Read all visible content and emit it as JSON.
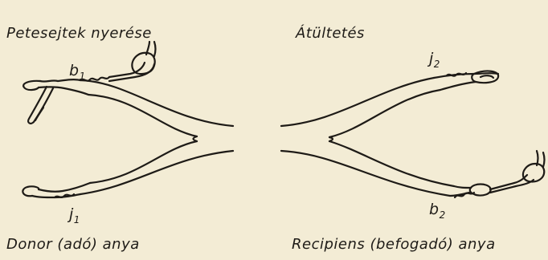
{
  "labels": {
    "left_title": "Petesejtek nyerése",
    "right_title": "Átültetés",
    "left_caption": "Donor (adó) anya",
    "right_caption": "Recipiens (befogadó) anya"
  },
  "markers": {
    "b1": {
      "letter": "b",
      "index": "1"
    },
    "j1": {
      "letter": "j",
      "index": "1"
    },
    "j2": {
      "letter": "j",
      "index": "2"
    },
    "b2": {
      "letter": "b",
      "index": "2"
    }
  },
  "colors": {
    "background": "#f3ecd5",
    "ink": "#1e1b17"
  }
}
